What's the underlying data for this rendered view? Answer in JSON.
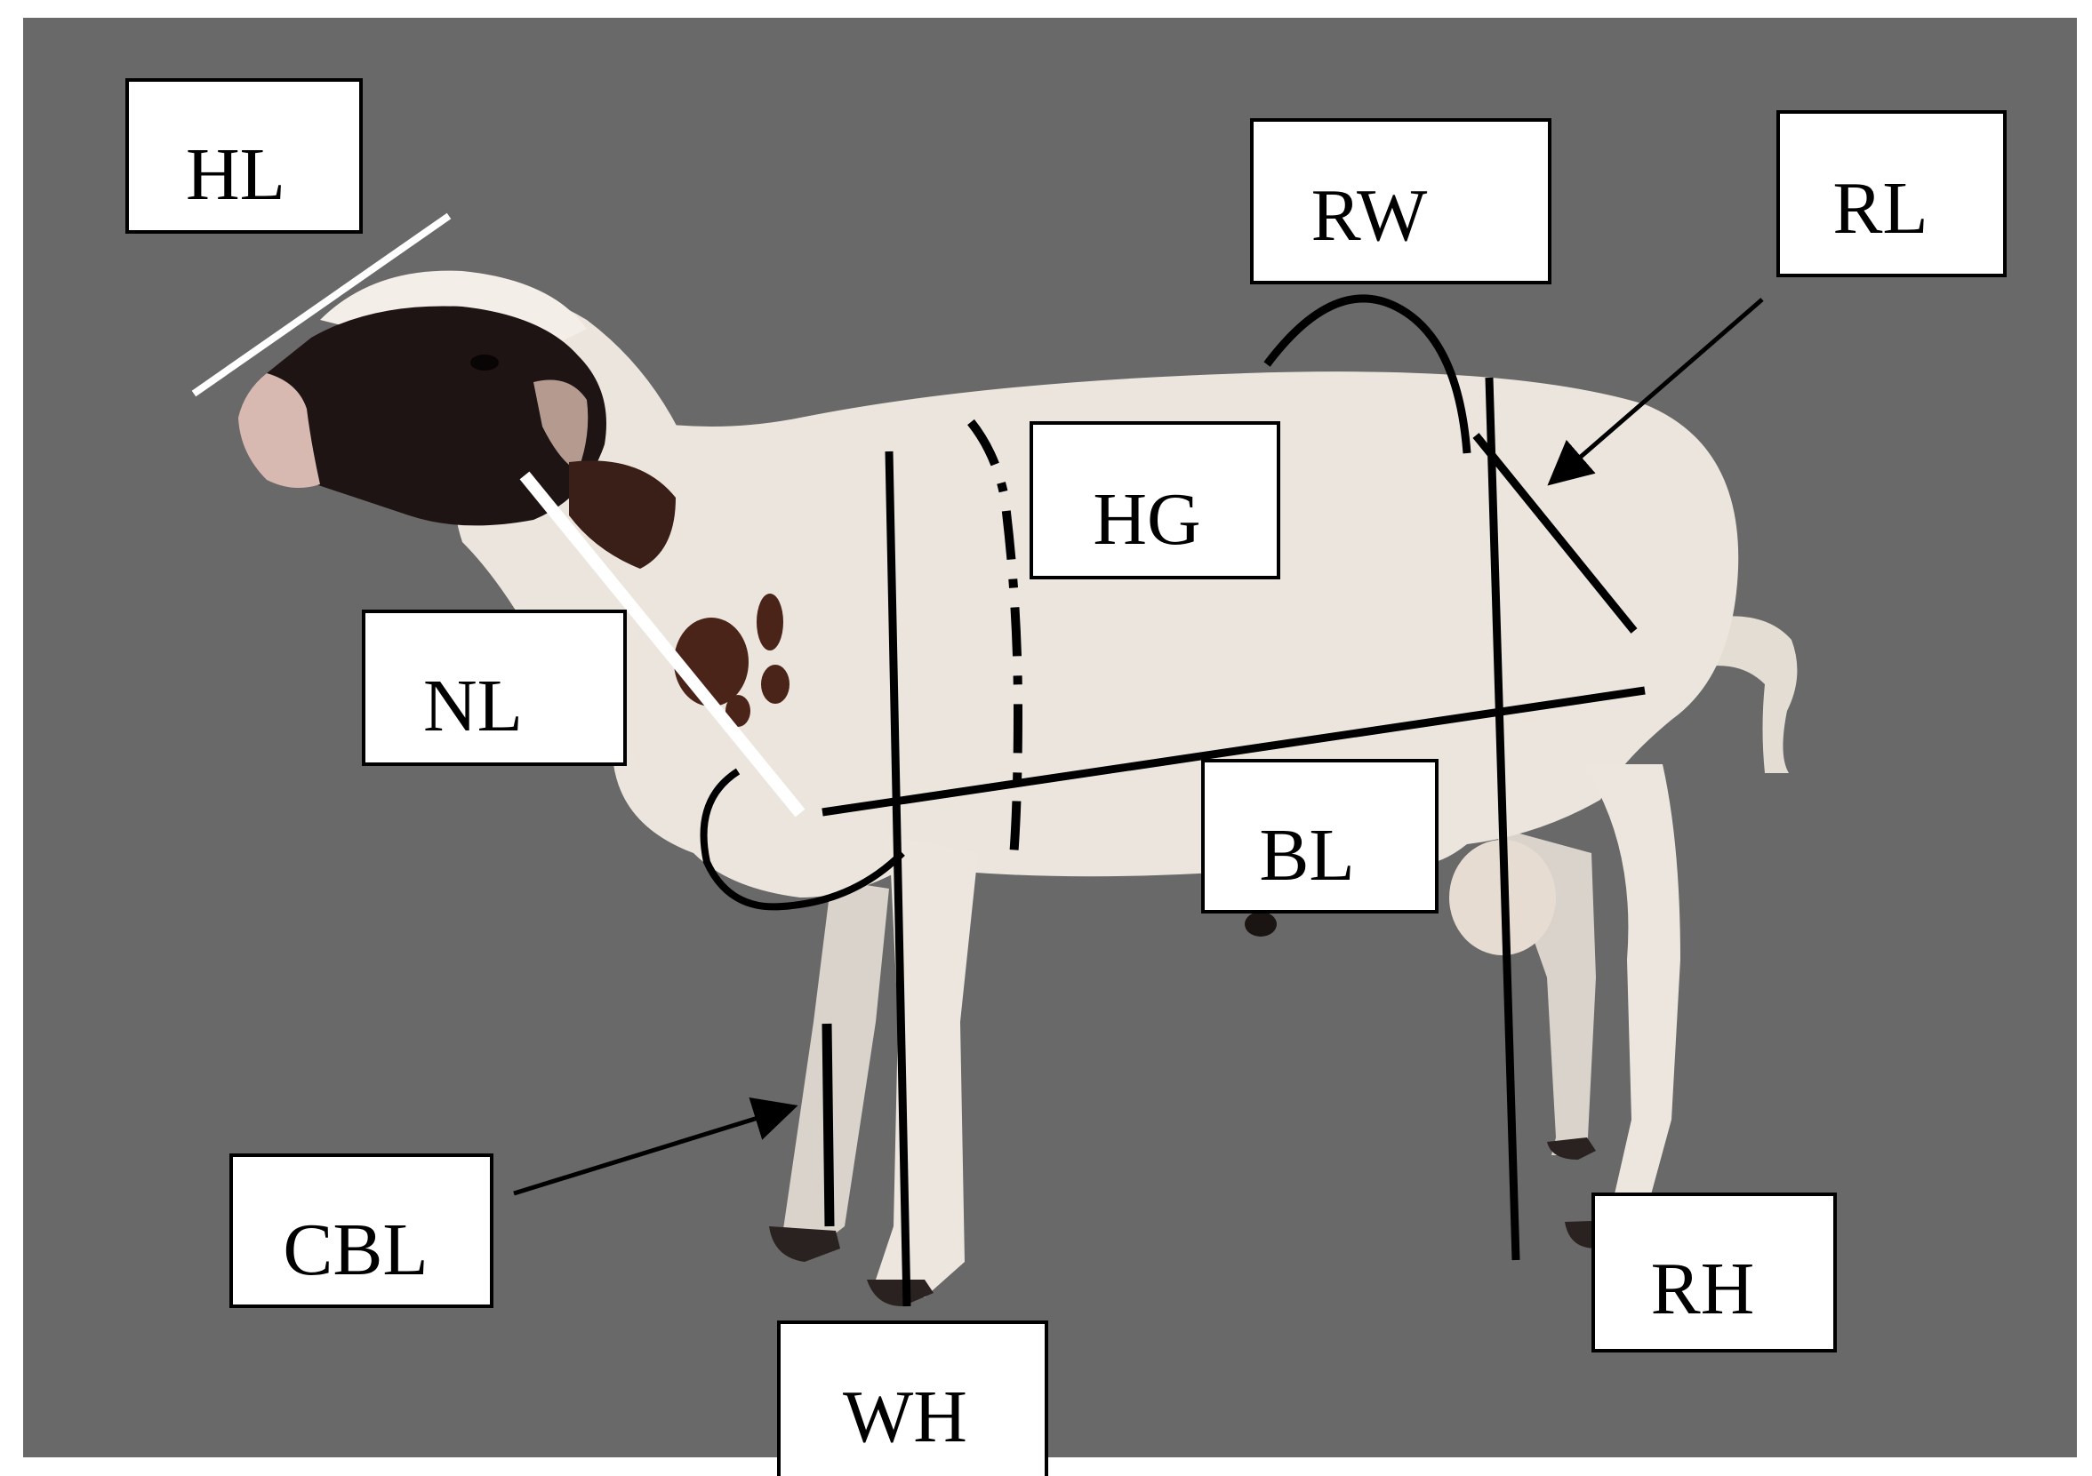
{
  "labels": {
    "hl": "HL",
    "rw": "RW",
    "rl": "RL",
    "hg": "HG",
    "nl": "NL",
    "bl": "BL",
    "cbl": "CBL",
    "wh": "WH",
    "rh": "RH"
  },
  "colors": {
    "background": "#696969",
    "box_fill": "#ffffff",
    "box_stroke": "#000000",
    "line_dark": "#000000",
    "line_light": "#ffffff",
    "sheep_body": "#ebe5dd",
    "sheep_head": "#1e1414"
  }
}
